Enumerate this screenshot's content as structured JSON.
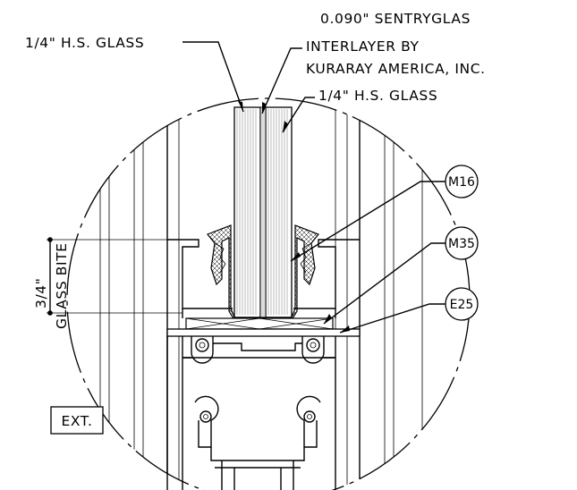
{
  "labels": {
    "glass_outer": "1/4\" H.S. GLASS",
    "interlayer_line1": "0.090\" SENTRYGLAS",
    "interlayer_line2": "INTERLAYER BY",
    "interlayer_line3": "KURARAY AMERICA, INC.",
    "glass_inner": "1/4\" H.S. GLASS",
    "bite_value": "3/4\"",
    "bite_label": "GLASS BITE",
    "side_label": "EXT."
  },
  "callouts": [
    {
      "tag": "M16"
    },
    {
      "tag": "M35"
    },
    {
      "tag": "E25"
    }
  ]
}
